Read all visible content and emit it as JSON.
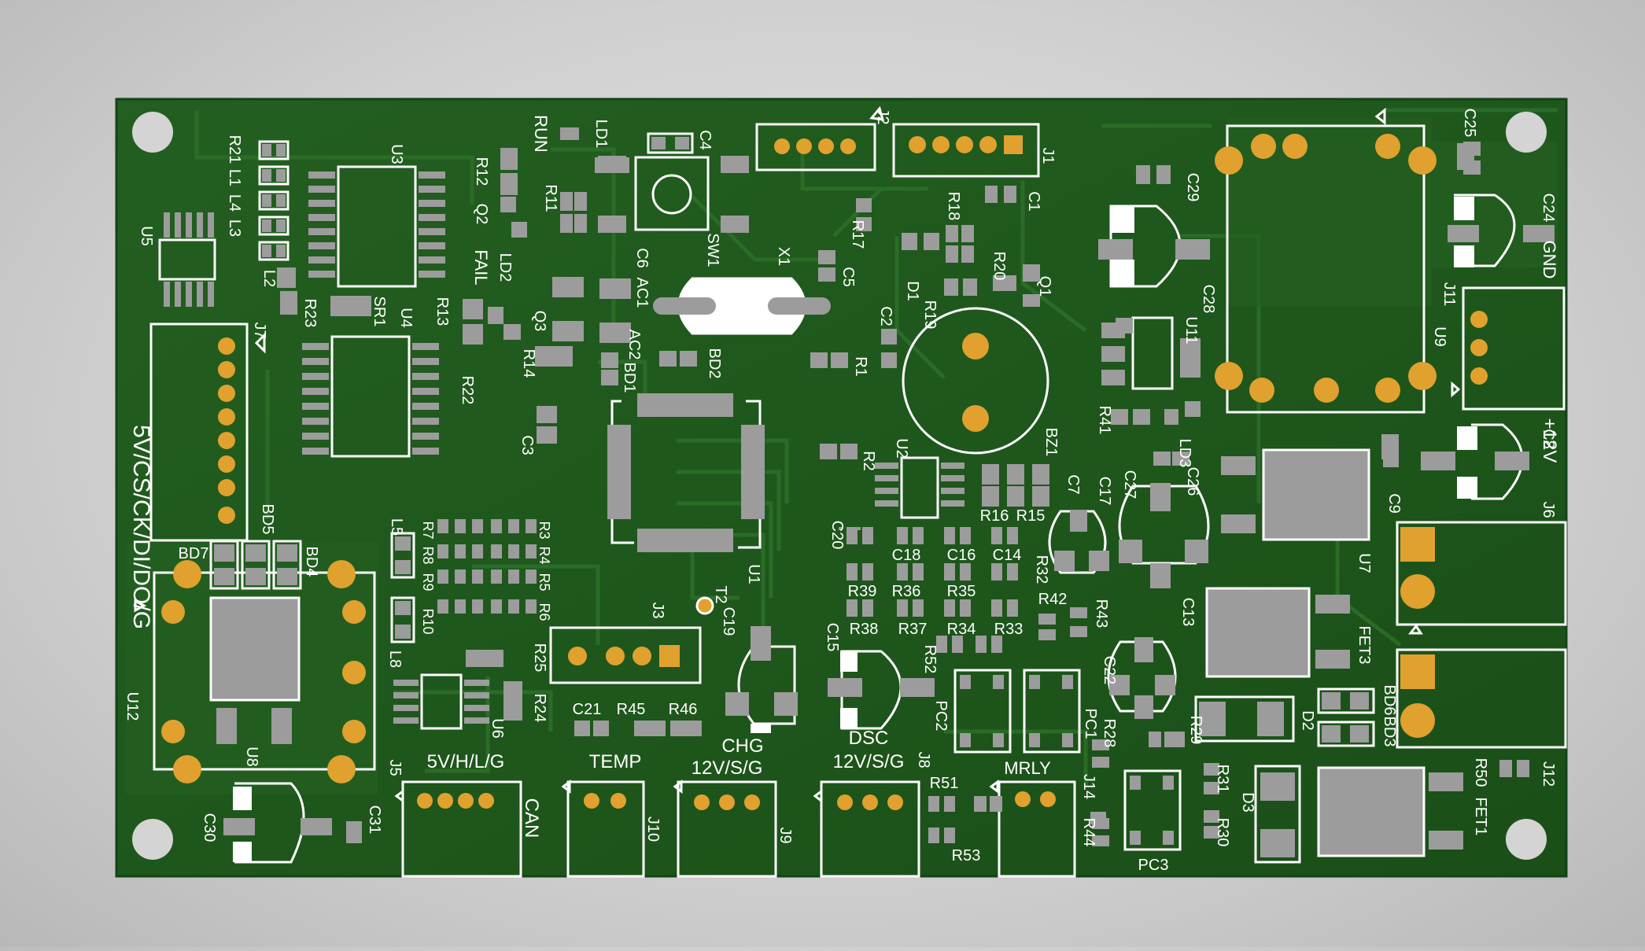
{
  "colors": {
    "background": "#cfcfcf",
    "board": "#1f5a1c",
    "trace": "#2a6b26",
    "silkscreen": "#ffffff",
    "pad_gold": "#e0a12e",
    "pad_silver": "#9c9c9c",
    "hole": "#d8d8d8"
  },
  "header_labels": {
    "spi": "5V/CS/CK/DI/DO/G",
    "can": "5V/H/L/G",
    "can_side": "CAN",
    "temp": "TEMP",
    "chg_title": "CHG",
    "chg": "12V/S/G",
    "dsc_title": "DSC",
    "dsc": "12V/S/G",
    "mrly": "MRLY",
    "gnd": "GND",
    "plus12v": "+12V",
    "run": "RUN",
    "fail": "FAIL"
  },
  "refdes": {
    "R21": "R21",
    "L1": "L1",
    "L4": "L4",
    "L3": "L3",
    "L2": "L2",
    "U5": "U5",
    "U3": "U3",
    "R23": "R23",
    "SR1": "SR1",
    "U4": "U4",
    "R12": "R12",
    "R11": "R11",
    "Q2": "Q2",
    "LD1": "LD1",
    "LD2": "LD2",
    "R13": "R13",
    "Q3": "Q3",
    "R14": "R14",
    "R22": "R22",
    "C3": "C3",
    "C4": "C4",
    "SW1": "SW1",
    "C6": "C6",
    "AC1": "AC1",
    "AC2": "AC2",
    "BD1": "BD1",
    "BD2": "BD2",
    "X1": "X1",
    "C5": "C5",
    "J2": "J2",
    "J1": "J1",
    "R18": "R18",
    "C1": "C1",
    "R17": "R17",
    "D1": "D1",
    "R19": "R19",
    "R20": "R20",
    "Q1": "Q1",
    "C2": "C2",
    "R1": "R1",
    "BZ1": "BZ1",
    "R2": "R2",
    "U2": "U2",
    "C29": "C29",
    "C28": "C28",
    "U11": "U11",
    "R41": "R41",
    "LD3": "LD3",
    "C26": "C26",
    "U9": "U9",
    "C25": "C25",
    "C24": "C24",
    "J11": "J11",
    "C8": "C8",
    "C9": "C9",
    "J6": "J6",
    "U7": "U7",
    "FET3": "FET3",
    "BD6": "BD6",
    "BD3": "BD3",
    "D2": "D2",
    "J12": "J12",
    "R50": "R50",
    "FET1": "FET1",
    "D3": "D3",
    "R31": "R31",
    "R30": "R30",
    "PC3": "PC3",
    "R44": "R44",
    "J14": "J14",
    "R28": "R28",
    "R29": "R29",
    "C22": "C22",
    "C13": "C13",
    "C27": "C27",
    "C17": "C17",
    "C7": "C7",
    "R16": "R16",
    "R15": "R15",
    "C20": "C20",
    "C18": "C18",
    "C16": "C16",
    "C14": "C14",
    "R32": "R32",
    "R39": "R39",
    "R36": "R36",
    "R35": "R35",
    "R38": "R38",
    "R37": "R37",
    "R34": "R34",
    "R33": "R33",
    "R42": "R42",
    "R43": "R43",
    "R52": "R52",
    "PC2": "PC2",
    "PC1": "PC1",
    "C15": "C15",
    "R51": "R51",
    "R53": "R53",
    "J8": "J8",
    "J9": "J9",
    "J10": "J10",
    "C19": "C19",
    "T2": "T2",
    "J3": "J3",
    "U1": "U1",
    "R25": "R25",
    "R24": "R24",
    "U6": "U6",
    "C21": "C21",
    "R45": "R45",
    "R46": "R46",
    "J5": "J5",
    "C30": "C30",
    "C31": "C31",
    "U8": "U8",
    "U12": "U12",
    "BD7": "BD7",
    "BD5": "BD5",
    "BD4": "BD4",
    "L5": "L5",
    "L8": "L8",
    "R7": "R7",
    "R8": "R8",
    "R9": "R9",
    "R10": "R10",
    "R3": "R3",
    "R4": "R4",
    "R5": "R5",
    "R6": "R6",
    "J7": "J7"
  }
}
